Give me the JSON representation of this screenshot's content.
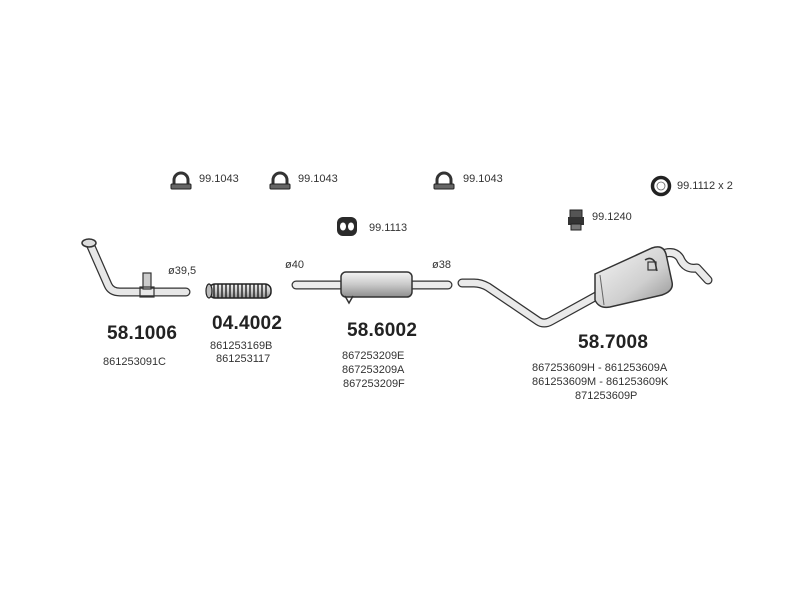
{
  "accessories": [
    {
      "name": "clamp-1",
      "code": "99.1043",
      "icon": "u-bolt-clamp-icon"
    },
    {
      "name": "clamp-2",
      "code": "99.1043",
      "icon": "u-bolt-clamp-icon"
    },
    {
      "name": "clamp-3",
      "code": "99.1043",
      "icon": "u-bolt-clamp-icon"
    },
    {
      "name": "ring",
      "code": "99.1112 x 2",
      "icon": "rubber-ring-icon"
    },
    {
      "name": "hanger",
      "code": "99.1113",
      "icon": "rubber-hanger-icon"
    },
    {
      "name": "mount",
      "code": "99.1240",
      "icon": "rubber-mount-icon"
    }
  ],
  "diameters": [
    "ø39,5",
    "ø40",
    "ø38"
  ],
  "parts": [
    {
      "code": "58.1006",
      "oem": [
        "861253091C"
      ],
      "icon": "front-pipe-icon"
    },
    {
      "code": "04.4002",
      "oem": [
        "861253169B",
        "861253117"
      ],
      "icon": "flex-pipe-icon"
    },
    {
      "code": "58.6002",
      "oem": [
        "867253209E",
        "867253209A",
        "867253209F"
      ],
      "icon": "middle-silencer-icon"
    },
    {
      "code": "58.7008",
      "oem": [
        "867253609H - 861253609A",
        "861253609M - 861253609K",
        "871253609P"
      ],
      "icon": "rear-silencer-icon"
    }
  ]
}
